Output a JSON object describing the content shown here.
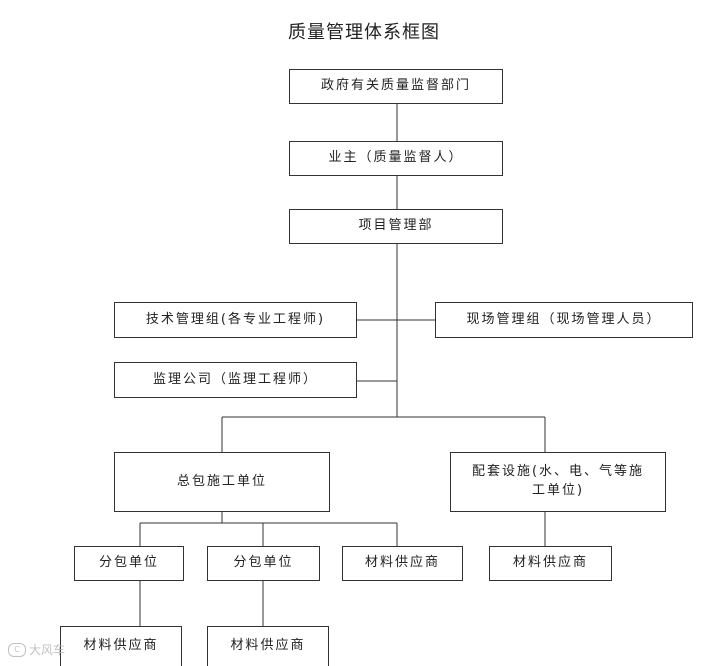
{
  "title": "质量管理体系框图",
  "nodes": {
    "gov": "政府有关质量监督部门",
    "owner": "业主（质量监督人）",
    "project_dept": "项目管理部",
    "tech_group": "技术管理组(各专业工程师)",
    "site_group": "现场管理组（现场管理人员）",
    "supervision": "监理公司（监理工程师）",
    "general_contractor": "总包施工单位",
    "supporting": "配套设施(水、电、气等施工单位)",
    "sub1": "分包单位",
    "sub2": "分包单位",
    "material_a": "材料供应商",
    "material_b": "材料供应商",
    "material_c": "材料供应商",
    "material_d": "材料供应商"
  },
  "watermark": "大风车"
}
